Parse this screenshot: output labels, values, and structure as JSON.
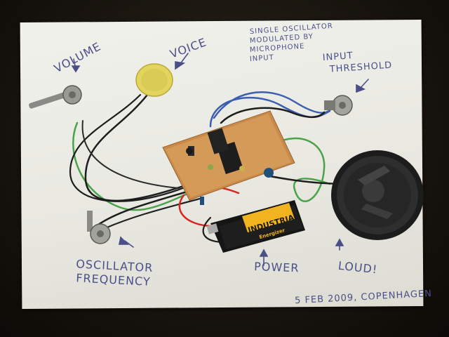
{
  "labels": {
    "volume": "VOLUME",
    "voice": "VOICE",
    "description": [
      "SINGLE OSCILLATOR",
      "MODULATED BY",
      "MICROPHONE",
      "INPUT"
    ],
    "input_threshold": [
      "INPUT",
      "THRESHOLD"
    ],
    "oscillator_frequency": [
      "OSCILLATOR",
      "FREQUENCY"
    ],
    "power": "POWER",
    "loud": "LOUD!",
    "date": "5 FEB 2009, COPENHAGEN"
  },
  "battery": {
    "brand": "INDUSTRIAL",
    "maker": "Energizer"
  },
  "colors": {
    "ink": "#4a4f88",
    "board": "#c98a4a",
    "wire_blue": "#3b5fb0",
    "wire_green": "#4aa24a",
    "wire_red": "#d8271f",
    "wire_black": "#1d1d1d",
    "piezo": "#e2d45c",
    "battery_label": "#f2b320"
  }
}
